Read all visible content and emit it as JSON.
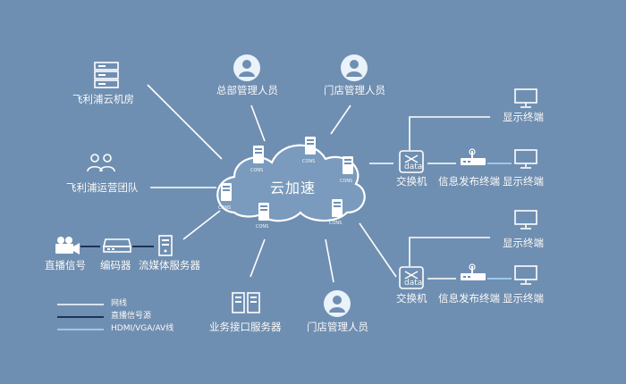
{
  "cloud": {
    "title": "云加速",
    "node_label": "CONS"
  },
  "nodes": {
    "cloud_room": "飞利浦云机房",
    "ops_team": "飞利浦运营团队",
    "hq_admin": "总部管理人员",
    "store_admin_top": "门店管理人员",
    "store_admin_bottom": "门店管理人员",
    "business_server": "业务接口服务器",
    "live_signal": "直播信号",
    "encoder": "编码器",
    "media_server": "流媒体服务器",
    "switch_top": "交换机",
    "switch_bottom": "交换机",
    "switch_text": "data",
    "publisher_top": "信息发布终端",
    "publisher_bottom": "信息发布终端",
    "display_1": "显示终端",
    "display_2": "显示终端",
    "display_3": "显示终端",
    "display_4": "显示终端"
  },
  "legend": [
    {
      "label": "网线",
      "color": "#ffffff"
    },
    {
      "label": "直播信号源",
      "color": "#1d3357"
    },
    {
      "label": "HDMI/VGA/AV线",
      "color": "#9ec7ec"
    }
  ],
  "colors": {
    "background": "#6f8fb2",
    "line": "#ffffff",
    "dark_line": "#1d3357",
    "light_line": "#9ec7ec"
  }
}
